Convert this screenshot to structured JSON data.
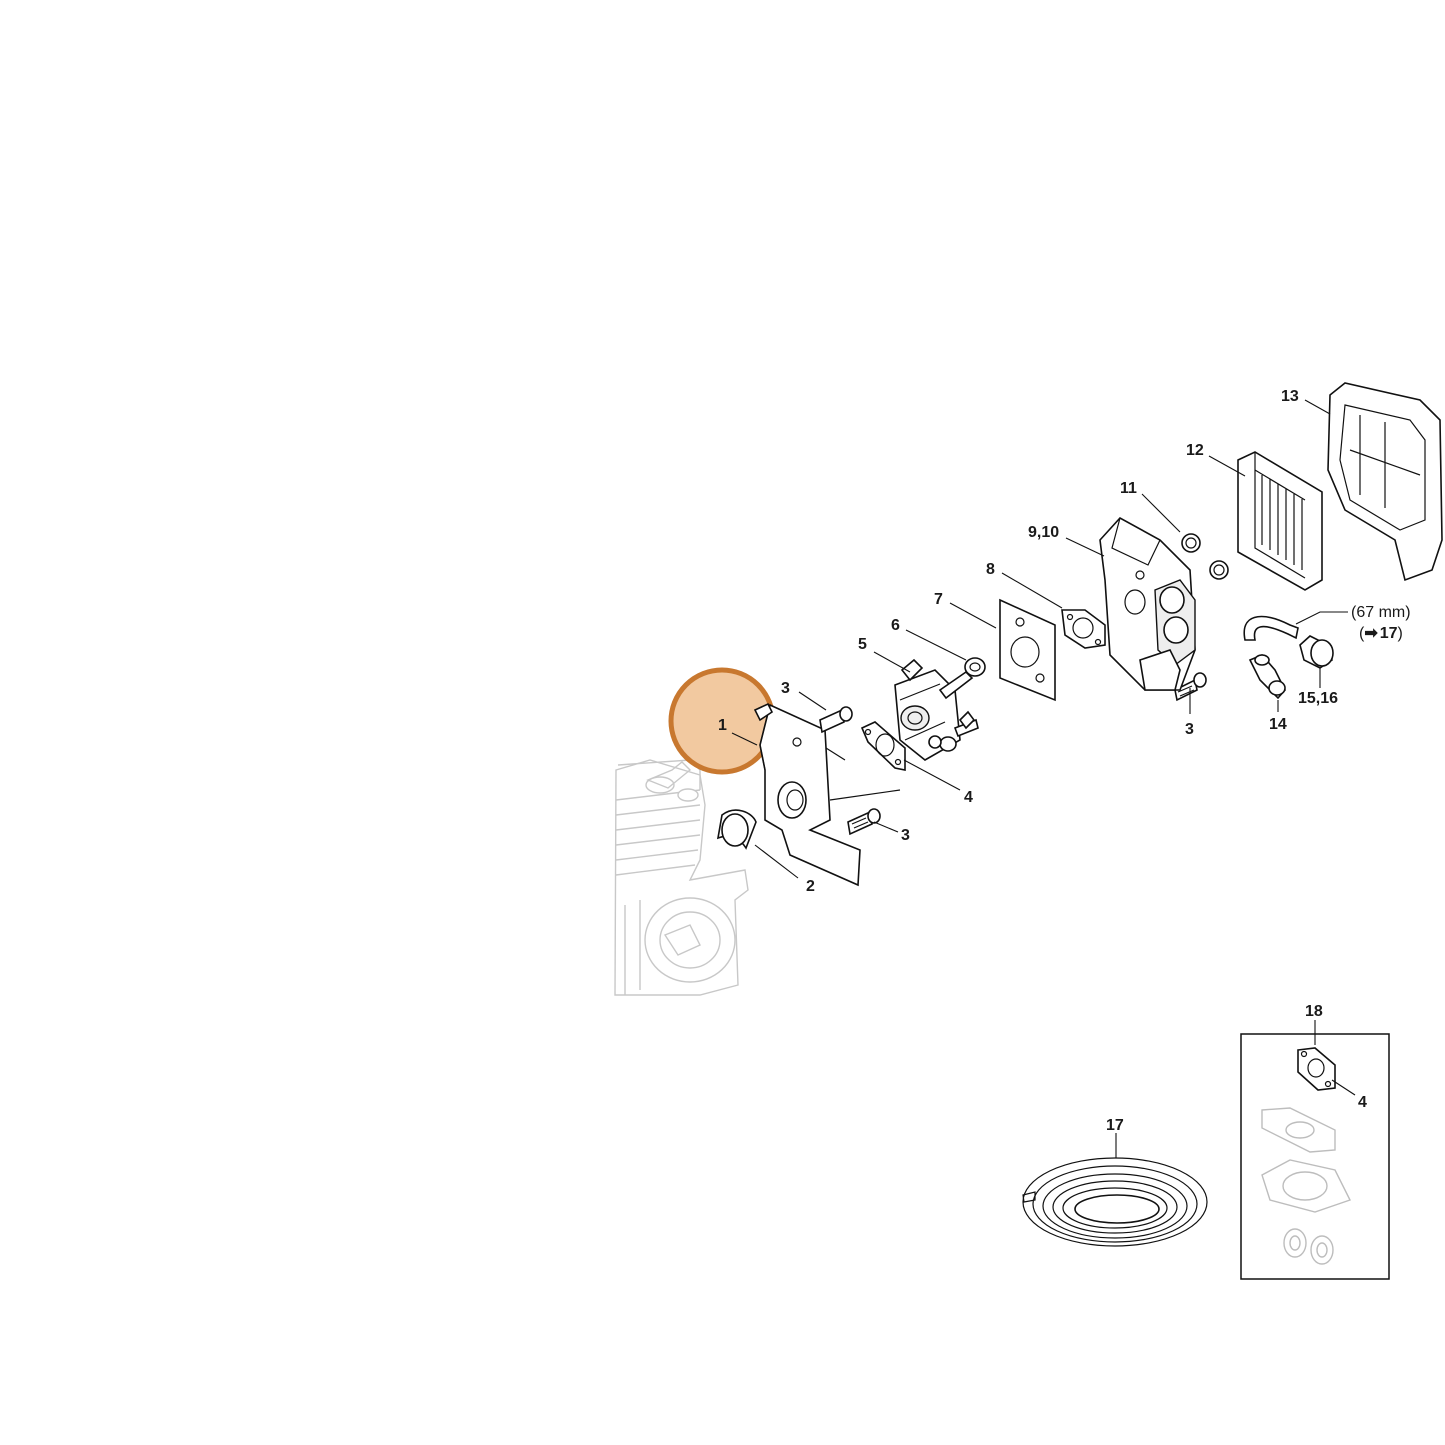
{
  "colors": {
    "highlight_fill": "#f2c9a0",
    "highlight_stroke": "#c8782f",
    "line": "#111111",
    "ghost_line": "#c8c8c8"
  },
  "labels": {
    "p1": "1",
    "p2": "2",
    "p3a": "3",
    "p3b": "3",
    "p3c": "3",
    "p4a": "4",
    "p4b": "4",
    "p5": "5",
    "p6": "6",
    "p7": "7",
    "p8": "8",
    "p9_10": "9,10",
    "p11": "11",
    "p12": "12",
    "p13": "13",
    "p14": "14",
    "p15_16": "15,16",
    "p17": "17",
    "p18": "18"
  },
  "notes": {
    "hose_length": "(67 mm)",
    "hose_ref_arrow": "➡",
    "hose_ref_number": "17",
    "hose_ref_close": ")"
  }
}
